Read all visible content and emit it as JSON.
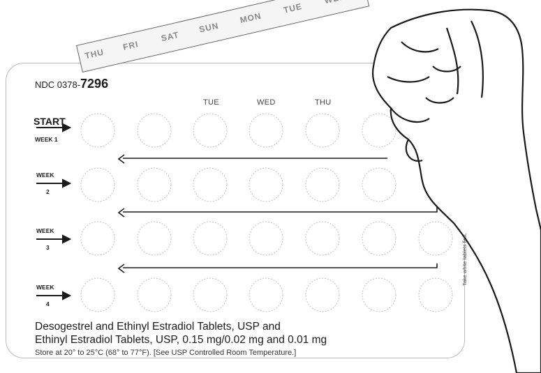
{
  "card": {
    "ndc_prefix": "NDC 0378-",
    "ndc_number": "7296",
    "days": [
      "TUE",
      "WED",
      "THU"
    ],
    "start_label": "START",
    "week1_label": "WEEK 1",
    "week_label": "WEEK",
    "week_numbers": [
      "2",
      "3",
      "4"
    ],
    "product_line1": "Desogestrel and Ethinyl Estradiol Tablets, USP and",
    "product_line2": "Ethinyl Estradiol Tablets, USP, 0.15 mg/0.02 mg and 0.01 mg",
    "storage": "Store at 20° to 25°C (68° to 77°F). [See USP Controlled Room Temperature.]",
    "side_note": "Take white tablets first."
  },
  "day_strip": [
    "THU",
    "FRI",
    "SAT",
    "SUN",
    "MON",
    "TUE",
    "WED"
  ]
}
